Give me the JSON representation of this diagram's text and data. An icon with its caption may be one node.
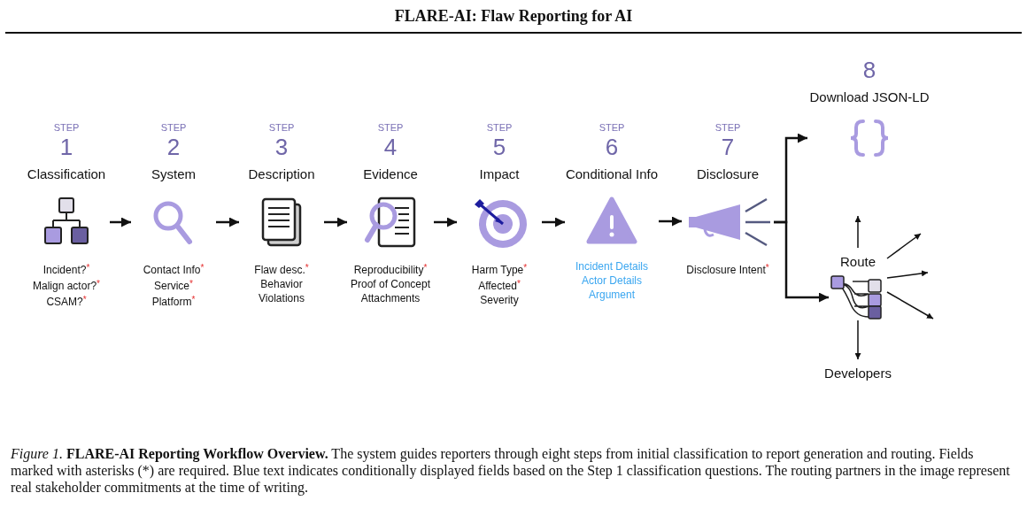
{
  "diagram": {
    "title": "FLARE-AI: Flaw Reporting for AI",
    "caption": "*Figure 1.* **FLARE-AI Reporting Workflow Overview.** The system guides reporters through eight steps from initial classification to report generation and routing. Fields marked with asterisks (*) are required. Blue text indicates conditionally displayed fields based on the Step 1 classification questions. The routing partners in the image represent real stakeholder commitments at the time of writing.",
    "nodes": [
      {
        "text": [
          "STEP",
          "1",
          "Classification",
          "Incident?$^{*}$",
          "Malign actor?$^{*}$",
          "CSAM?$^{*}$"
        ]
      },
      {
        "text": [
          "STEP",
          "2",
          "System",
          "Contact Info$^{*}$",
          "Service$^{*}$",
          "Platform$^{*}$"
        ]
      },
      {
        "text": [
          "STEP",
          "3",
          "Description",
          "Flaw desc.$^{*}$",
          "Behavior",
          "Violations"
        ]
      },
      {
        "text": [
          "STEP",
          "4",
          "Evidence",
          "Reproducibility$^{*}$",
          "Proof of Concept",
          "Attachments"
        ]
      },
      {
        "text": [
          "STEP",
          "5",
          "Impact",
          "Harm Type$^{*}$",
          "Affected$^{*}$",
          "Severity"
        ]
      },
      {
        "text": [
          "STEP",
          "6",
          "Conditional Info",
          "Incident Details",
          "Actor Details",
          "Argument"
        ]
      },
      {
        "text": [
          "STEP",
          "7",
          "Disclosure",
          "Disclosure Intent$^{*}$"
        ]
      },
      {
        "text": [
          "8",
          "Download JSON-LD"
        ]
      },
      {
        "text": [
          "Route"
        ]
      },
      {
        "text": [
          "Developers"
        ]
      }
    ],
    "edges": [
      {
        "from": 0,
        "to": 1,
        "arrow": "to"
      },
      {
        "from": 1,
        "to": 2,
        "arrow": "to"
      },
      {
        "from": 2,
        "to": 3,
        "arrow": "to"
      },
      {
        "from": 3,
        "to": 4,
        "arrow": "to"
      },
      {
        "from": 4,
        "to": 5,
        "arrow": "to"
      },
      {
        "from": 5,
        "to": 6,
        "arrow": "to"
      },
      {
        "from": 6,
        "to": 7,
        "arrow": "to"
      },
      {
        "from": 6,
        "to": 8,
        "arrow": "to"
      },
      {
        "from": 8,
        "to": null,
        "arrow": "to"
      },
      {
        "from": 8,
        "to": null,
        "arrow": "to"
      },
      {
        "from": 8,
        "to": null,
        "arrow": "to"
      },
      {
        "from": 8,
        "to": null,
        "arrow": "to"
      },
      {
        "from": 8,
        "to": 9,
        "arrow": "to"
      }
    ]
  }
}
